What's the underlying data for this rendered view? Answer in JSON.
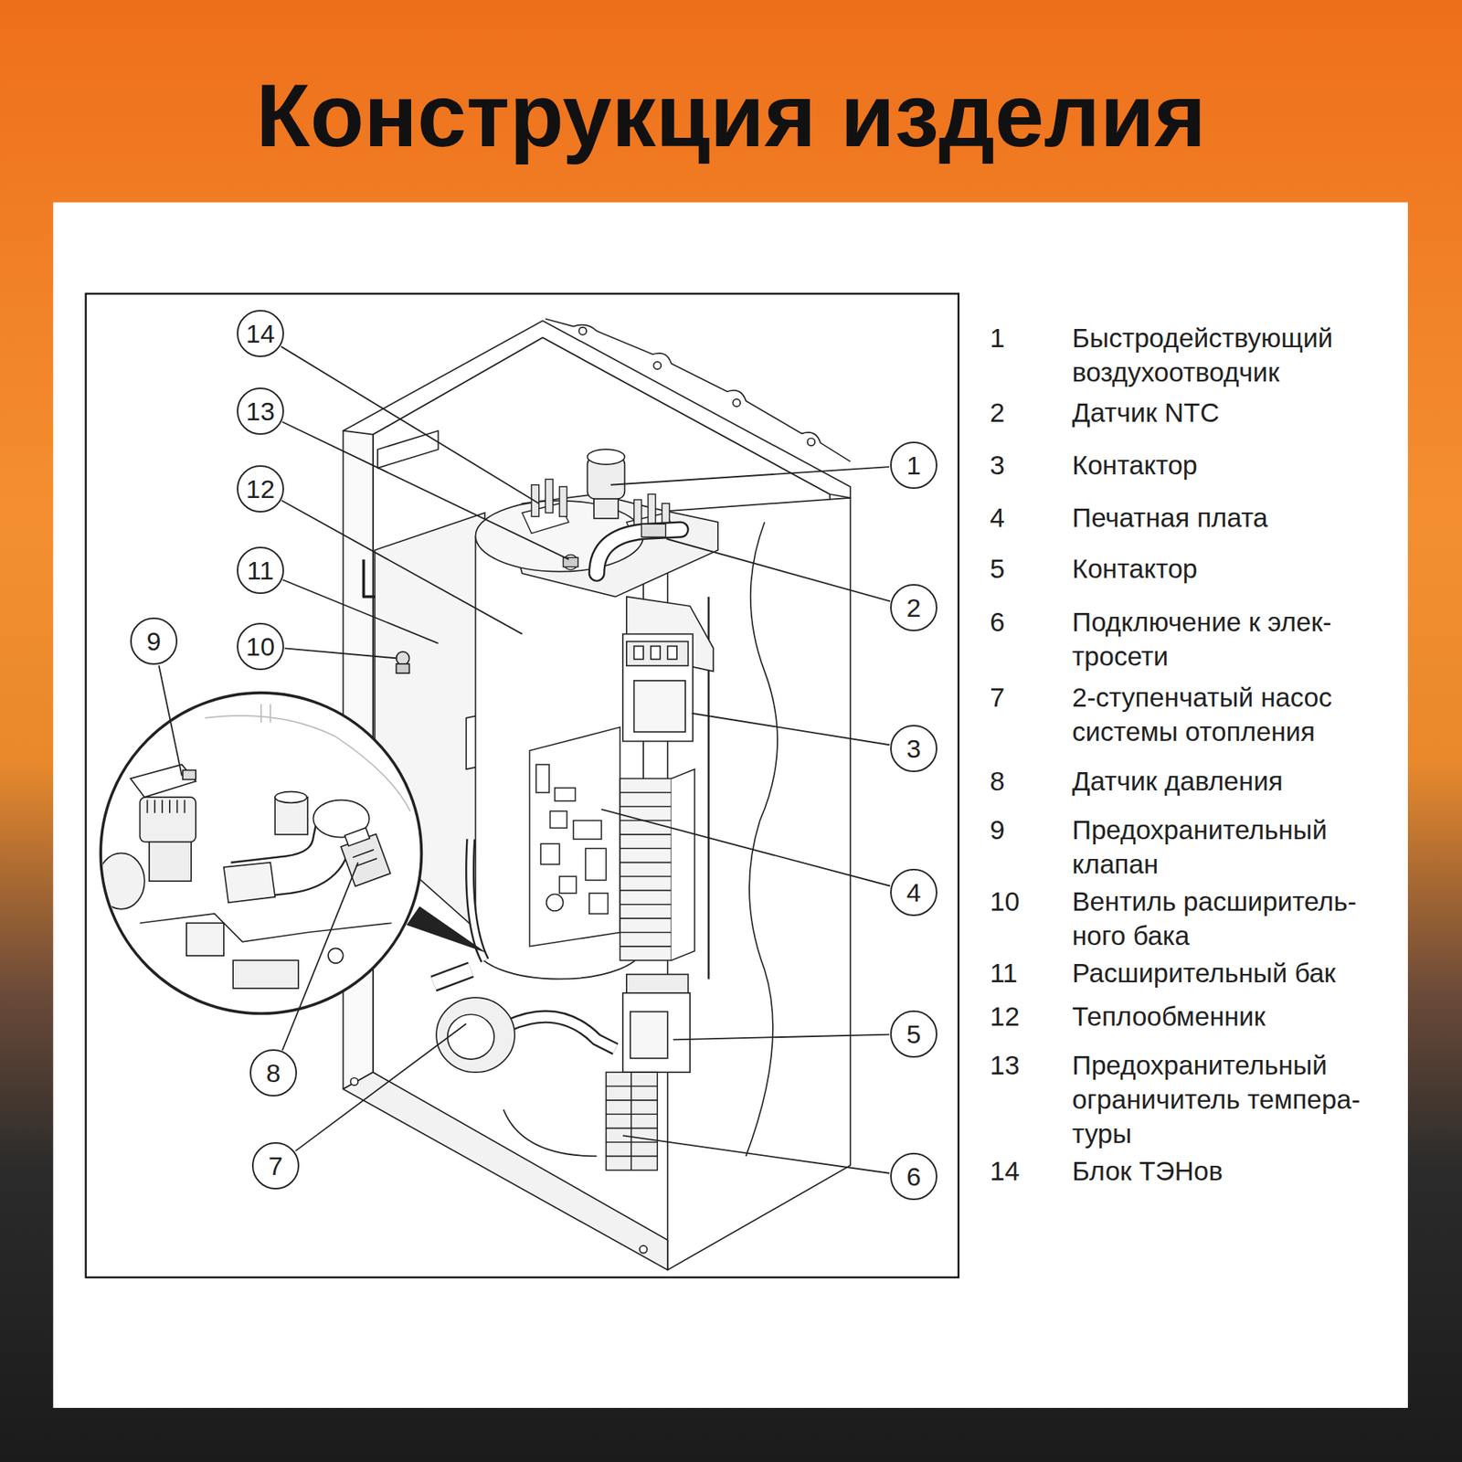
{
  "diagram": {
    "title": "Конструкция изделия",
    "nodes": [
      {
        "text": [
          "14"
        ]
      },
      {
        "text": [
          "13"
        ]
      },
      {
        "text": [
          "1"
        ]
      },
      {
        "text": [
          "12"
        ]
      },
      {
        "text": [
          "11"
        ]
      },
      {
        "text": [
          "2"
        ]
      },
      {
        "text": [
          "9"
        ]
      },
      {
        "text": [
          "10"
        ]
      },
      {
        "text": [
          "3"
        ]
      },
      {
        "text": [
          "4"
        ]
      },
      {
        "text": [
          "5"
        ]
      },
      {
        "text": [
          "8"
        ]
      },
      {
        "text": [
          "7"
        ]
      },
      {
        "text": [
          "6"
        ]
      }
    ],
    "labels": [
      "1",
      "Быстродействующий воздухоотводчик",
      "2",
      "Датчик NTC",
      "3",
      "Контактор",
      "4",
      "Печатная плата",
      "5",
      "Контактор",
      "6",
      "Подключение к элек- тросети",
      "7",
      "2-ступенчатый насос системы отопления",
      "8",
      "Датчик давления",
      "9",
      "Предохранительный клапан",
      "10",
      "Вентиль расширитель- ного бака",
      "11",
      "Расширительный бак",
      "12",
      "Теплообменник",
      "13",
      "Предохранительный ограничитель темпера- туры",
      "14",
      "Блок ТЭНов"
    ]
  }
}
